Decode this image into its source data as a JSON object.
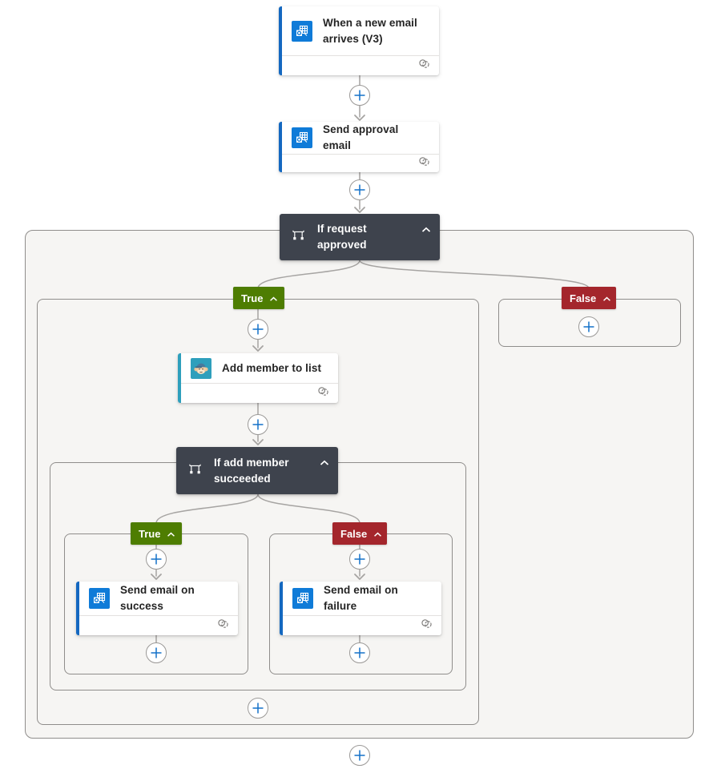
{
  "cards": {
    "trigger": {
      "title": "When a new email arrives (V3)",
      "icon": "outlook-icon"
    },
    "send_approval": {
      "title": "Send approval email",
      "icon": "outlook-icon"
    },
    "if_request_approved": {
      "title": "If request approved",
      "icon": "condition-icon"
    },
    "add_member": {
      "title": "Add member to list",
      "icon": "mailchimp-icon"
    },
    "if_add_member": {
      "title": "If add member succeeded",
      "icon": "condition-icon"
    },
    "send_success": {
      "title": "Send email on success",
      "icon": "outlook-icon"
    },
    "send_failure": {
      "title": "Send email on failure",
      "icon": "outlook-icon"
    }
  },
  "branches": {
    "true_label": "True",
    "false_label": "False"
  },
  "icons": [
    "outlook-icon",
    "mailchimp-icon",
    "condition-icon",
    "chevron-up-icon",
    "connection-rings-icon",
    "plus-icon",
    "arrow-down"
  ],
  "colors": {
    "true_branch": "#4e7d02",
    "false_branch": "#a4262c",
    "condition_header": "#3e434d",
    "outlook_brand": "#0f7bd8",
    "mailchimp_brand": "#2e9fbc",
    "outlook_accent": "#1468c0",
    "plus_icon": "#1271c8",
    "connector": "#a6a4a2",
    "scope_background": "#f6f5f3",
    "scope_border": "#8f8d8b"
  }
}
